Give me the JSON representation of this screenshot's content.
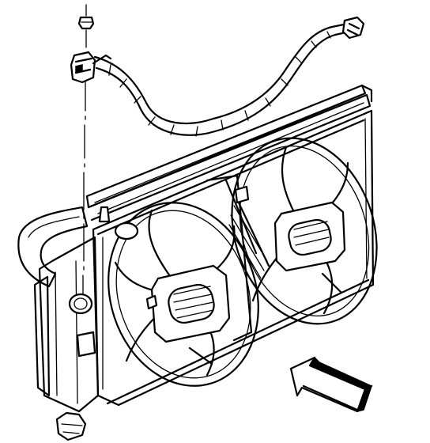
{
  "diagram": {
    "subject": "radiator-cooling-fan-assembly",
    "parts": [
      "left-cooling-fan",
      "right-cooling-fan",
      "fan-shroud",
      "radiator",
      "harness-clip",
      "wiring-harness",
      "inlet-hose",
      "drain-plug"
    ],
    "indicator": "arrow-icon",
    "colors": {
      "line": "#000000",
      "background": "#ffffff"
    }
  }
}
